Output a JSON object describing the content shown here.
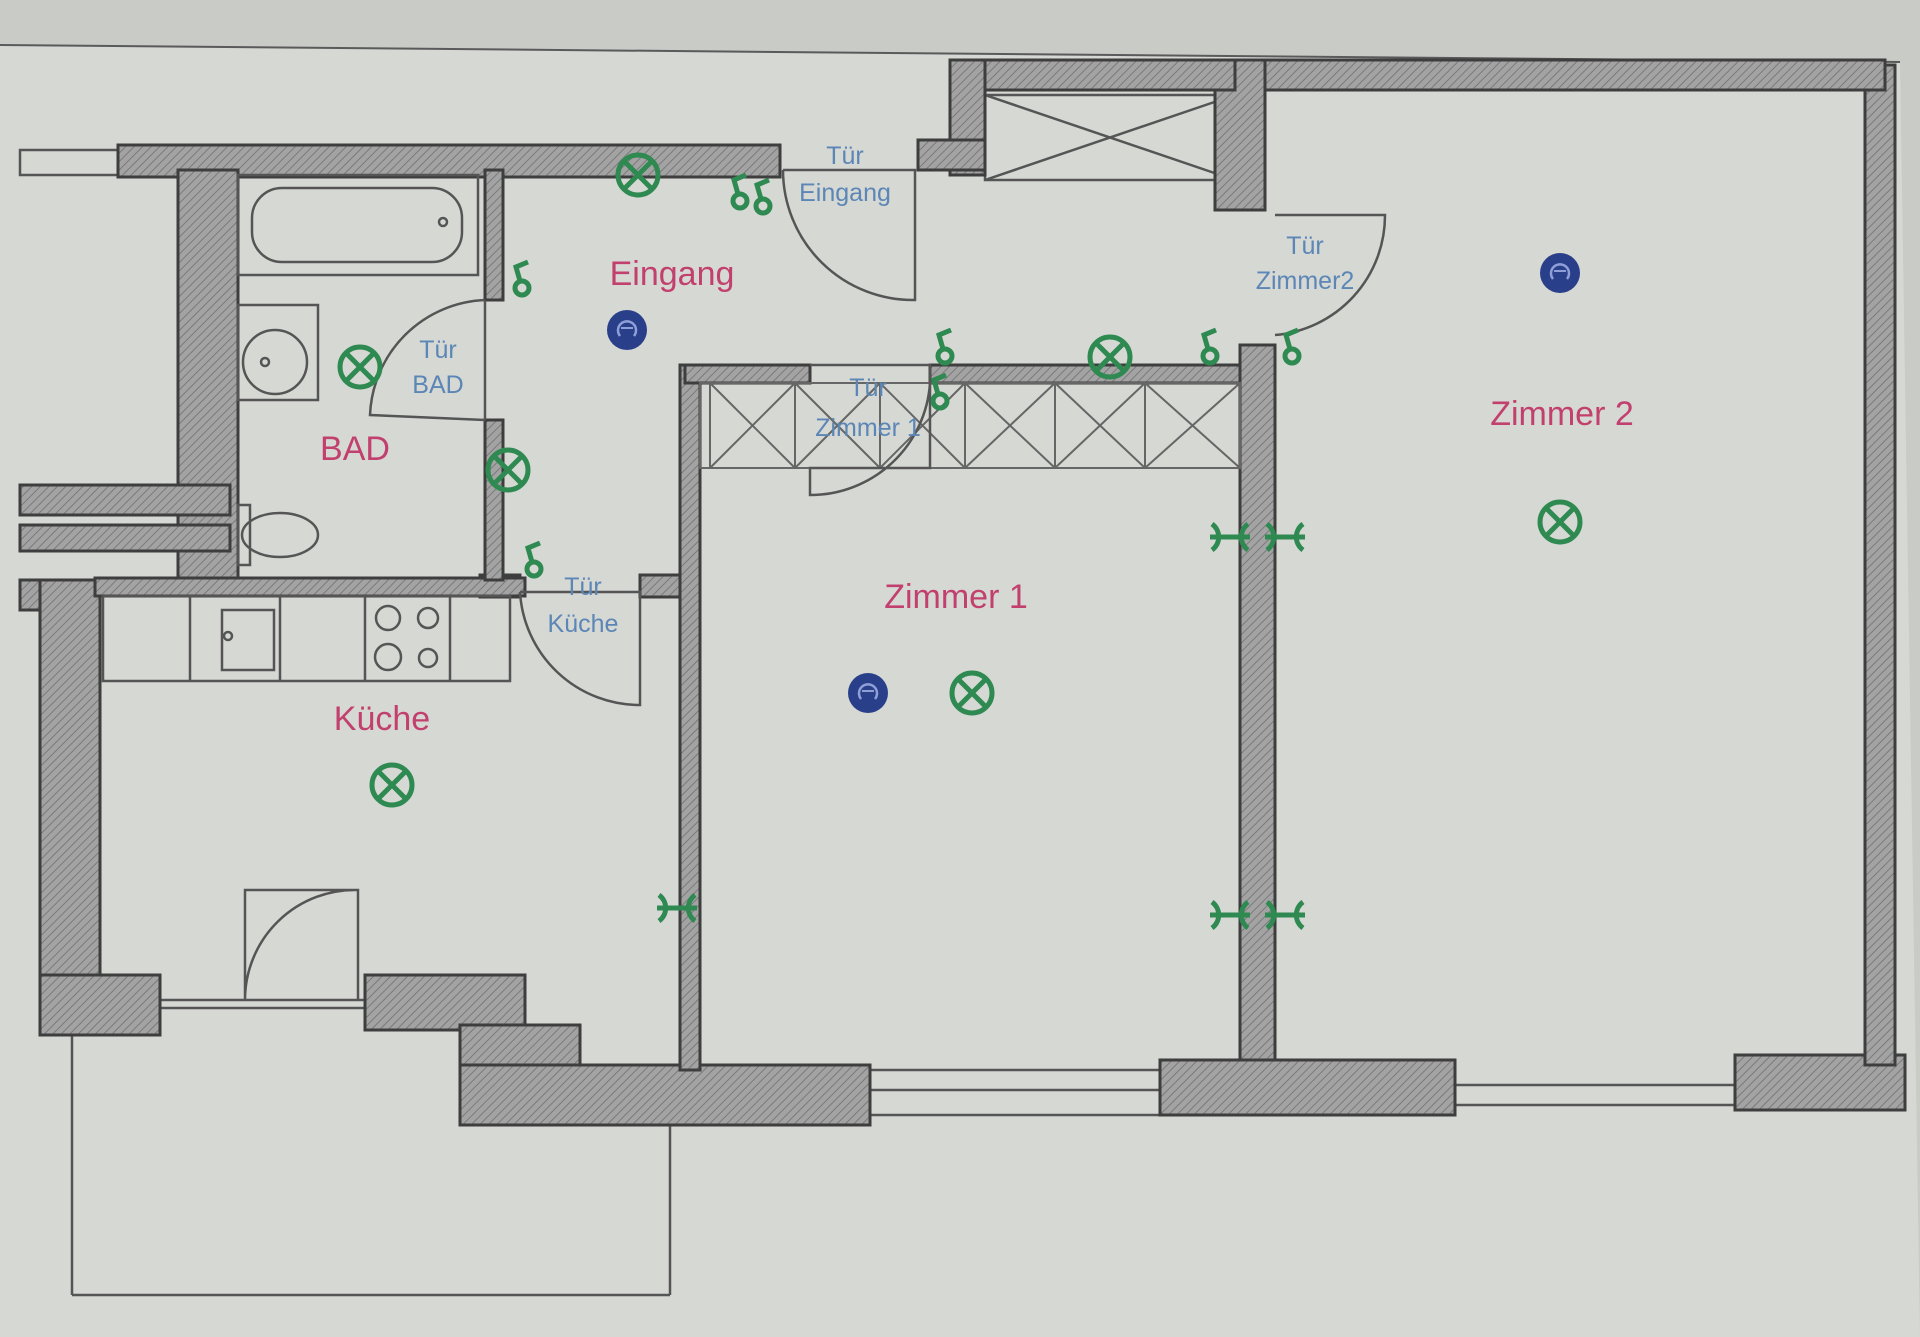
{
  "colors": {
    "paper": "#d6d8d4",
    "wall_fill": "#9a9a9a",
    "wall_edge": "#3e3e3e",
    "line": "#555555",
    "room_label": "#c2406e",
    "door_label": "#5b86b6",
    "symbol_green": "#2f8a52",
    "symbol_blue": "#2a3f8a"
  },
  "rooms": {
    "eingang": "Eingang",
    "bad": "BAD",
    "kueche": "Küche",
    "zimmer1": "Zimmer 1",
    "zimmer2": "Zimmer 2"
  },
  "doors": {
    "eingang": [
      "Tür",
      "Eingang"
    ],
    "bad": [
      "Tür",
      "BAD"
    ],
    "kueche": [
      "Tür",
      "Küche"
    ],
    "zimmer1": [
      "Tür",
      "Zimmer 1"
    ],
    "zimmer2": [
      "Tür",
      "Zimmer2"
    ]
  },
  "legend_symbols": {
    "ceiling_light": "crossed-circle-icon",
    "smoke_detector": "smoke-detector-icon",
    "light_switch": "switch-icon",
    "socket": "double-socket-icon"
  }
}
